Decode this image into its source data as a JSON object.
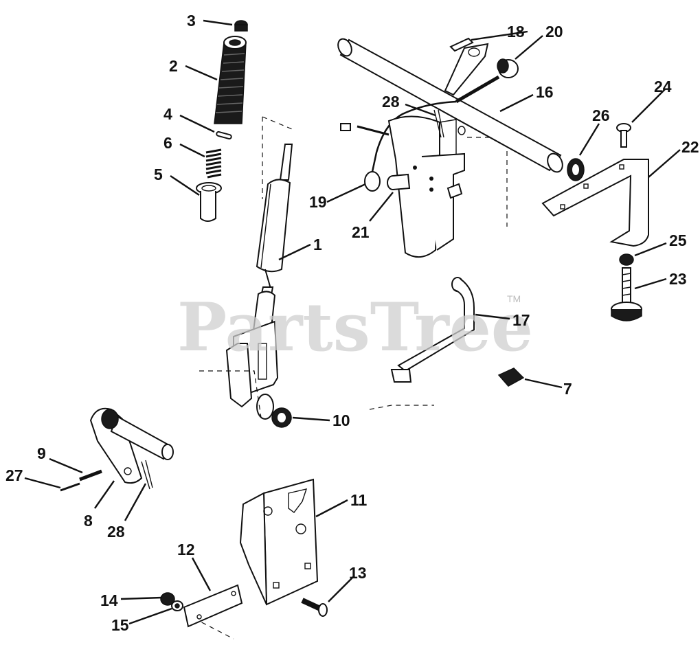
{
  "watermark": {
    "text": "PartsTree",
    "tm": "TM"
  },
  "callouts": [
    {
      "id": "3",
      "label": "3"
    },
    {
      "id": "2",
      "label": "2"
    },
    {
      "id": "4",
      "label": "4"
    },
    {
      "id": "6",
      "label": "6"
    },
    {
      "id": "5",
      "label": "5"
    },
    {
      "id": "1",
      "label": "1"
    },
    {
      "id": "18",
      "label": "18"
    },
    {
      "id": "20",
      "label": "20"
    },
    {
      "id": "16",
      "label": "16"
    },
    {
      "id": "28a",
      "label": "28"
    },
    {
      "id": "19",
      "label": "19"
    },
    {
      "id": "21",
      "label": "21"
    },
    {
      "id": "24",
      "label": "24"
    },
    {
      "id": "26",
      "label": "26"
    },
    {
      "id": "22",
      "label": "22"
    },
    {
      "id": "25",
      "label": "25"
    },
    {
      "id": "23",
      "label": "23"
    },
    {
      "id": "17",
      "label": "17"
    },
    {
      "id": "7",
      "label": "7"
    },
    {
      "id": "10",
      "label": "10"
    },
    {
      "id": "9",
      "label": "9"
    },
    {
      "id": "27",
      "label": "27"
    },
    {
      "id": "8",
      "label": "8"
    },
    {
      "id": "28b",
      "label": "28"
    },
    {
      "id": "11",
      "label": "11"
    },
    {
      "id": "12",
      "label": "12"
    },
    {
      "id": "13",
      "label": "13"
    },
    {
      "id": "14",
      "label": "14"
    },
    {
      "id": "15",
      "label": "15"
    }
  ]
}
